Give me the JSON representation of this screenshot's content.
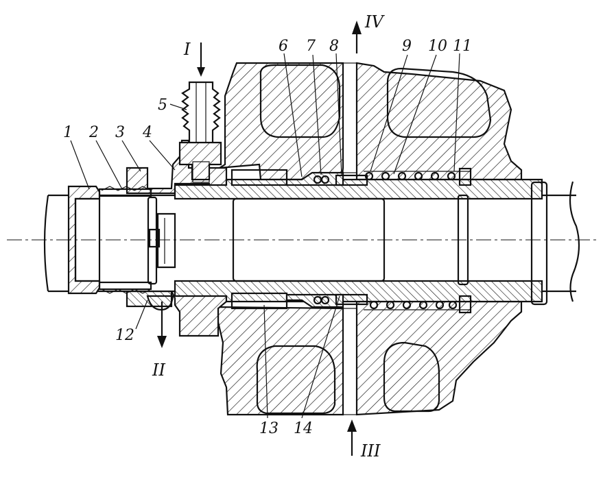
{
  "labels": {
    "l1": "1",
    "l2": "2",
    "l3": "3",
    "l4": "4",
    "l5": "5",
    "l6": "6",
    "l7": "7",
    "l8": "8",
    "l9": "9",
    "l10": "10",
    "l11": "11",
    "l12": "12",
    "l13": "13",
    "l14": "14"
  },
  "flows": {
    "inlet": "I",
    "drain": "II",
    "supply": "III",
    "outlet": "IV"
  },
  "colors": {
    "ink": "#111111",
    "paper": "#ffffff"
  }
}
